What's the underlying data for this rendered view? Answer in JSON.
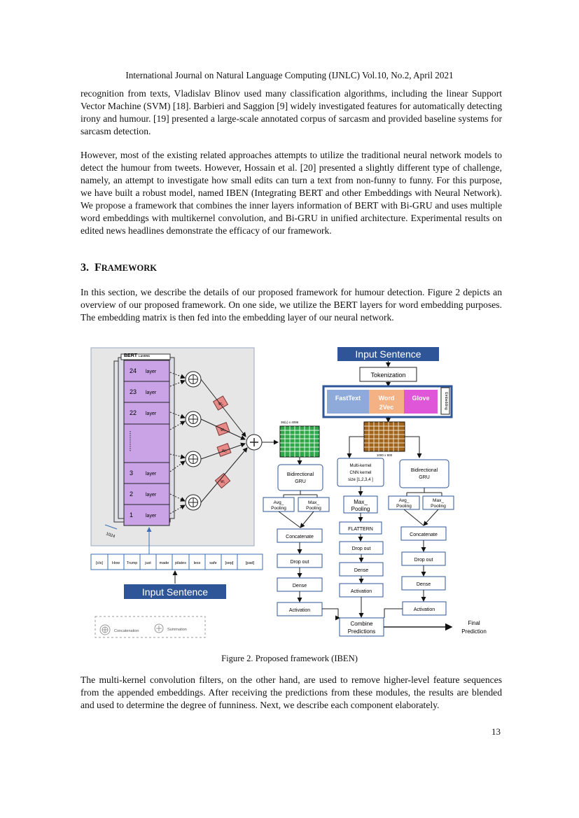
{
  "header": "International Journal on Natural Language Computing (IJNLC) Vol.10, No.2, April 2021",
  "paragraphs": {
    "p1": "recognition from texts, Vladislav Blinov used many classification algorithms, including the linear Support Vector Machine (SVM) [18]. Barbieri and Saggion [9] widely investigated features for automatically detecting irony and humour. [19] presented a large-scale annotated corpus of sarcasm and provided baseline systems for sarcasm detection.",
    "p2": "However, most of the existing related approaches attempts to utilize the traditional neural network models to detect the humour from tweets. However, Hossain et al. [20] presented a slightly different type of challenge, namely, an attempt to investigate how small edits can turn a text from non-funny to funny. For this purpose, we have built a robust model, named IBEN (Integrating BERT and other Embeddings with Neural Network). We propose a framework that combines the inner layers information of BERT with Bi-GRU and uses multiple word embeddings with multikernel convolution, and Bi-GRU in unified architecture. Experimental results on edited news headlines demonstrate the efficacy of our framework.",
    "p3": "In this section, we describe the details of our proposed framework for humour detection. Figure 2 depicts an overview of our proposed framework. On one side, we utilize the BERT layers for word embedding purposes. The embedding matrix is then fed into the embedding layer of our neural network.",
    "p4": "The multi-kernel convolution filters, on the other hand, are used to remove higher-level feature sequences from the appended embeddings. After receiving the predictions from these modules, the results are blended and used to determine the degree of funniness. Next, we describe each component elaborately."
  },
  "section": {
    "number": "3.",
    "title_first": "F",
    "title_rest": "RAMEWORK"
  },
  "figure": {
    "caption": "Figure 2.  Proposed framework (IBEN)",
    "bert_label": "BERT",
    "bert_sub": "LAYERS",
    "layers": [
      {
        "num": "24",
        "word": "layer"
      },
      {
        "num": "23",
        "word": "layer"
      },
      {
        "num": "22",
        "word": "layer"
      },
      {
        "num": "3",
        "word": "layer"
      },
      {
        "num": "2",
        "word": "layer"
      },
      {
        "num": "1",
        "word": "layer"
      }
    ],
    "dim_label": "1024",
    "weights": [
      "W₄",
      "W₃",
      "W₂",
      "W₁"
    ],
    "matrix_left_label": "36(L) x 4096",
    "matrix_right_label": "1000 x 900",
    "input_sentence": "Input Sentence",
    "tokens": [
      "[cls]",
      "How",
      "Trump",
      "just",
      "made",
      "pilates",
      "less",
      "safe",
      "[sep]",
      "[pad]"
    ],
    "tokenization": "Tokenization",
    "embeddings": [
      "FastText",
      "Word",
      "2Vec",
      "Glove"
    ],
    "embedding_side": "Embedding",
    "left_branch": [
      "Bidirectional",
      "GRU",
      "Avg_",
      "Pooling",
      "Max_",
      "Pooling",
      "Concatenate",
      "Drop out",
      "Dense",
      "Activation"
    ],
    "mid_branch": [
      "Multi-kernel",
      "CNN kernel",
      "size [1,2,3,4 ]",
      "Max_",
      "Pooling",
      "FLATTERN",
      "Drop out",
      "Dense",
      "Activation"
    ],
    "right_branch": [
      "Bidirectional",
      "GRU",
      "Avg_",
      "Pooling",
      "Max_",
      "Pooling",
      "Concatenate",
      "Drop out",
      "Dense",
      "Activation"
    ],
    "combine": [
      "Combine",
      "Predictions"
    ],
    "final": [
      "Final",
      "Prediction"
    ],
    "legend": [
      "Concatenation",
      "Summation"
    ],
    "colors": {
      "layer_fill": "#c9a3e6",
      "embed_blue": "#8eaadb",
      "embed_orange": "#f4b183",
      "embed_pink": "#e056d8",
      "title_blue": "#2e5597",
      "matrix_green": "#2fa84a",
      "matrix_brown": "#a0651b",
      "weight_red": "#e88a88"
    }
  },
  "page_number": "13"
}
